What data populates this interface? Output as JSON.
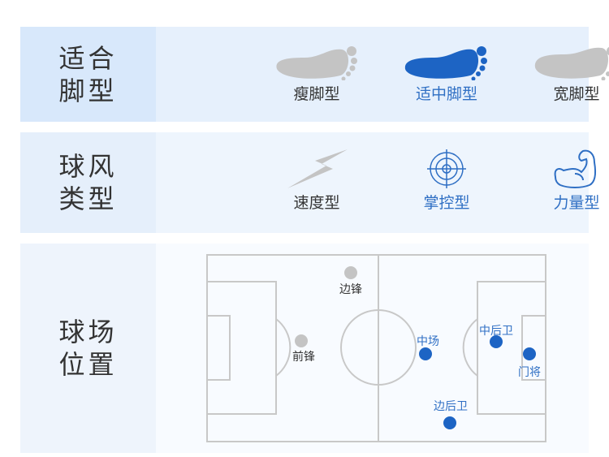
{
  "foot": {
    "label": "适合脚型",
    "options": [
      {
        "label": "瘦脚型",
        "selected": false
      },
      {
        "label": "适中脚型",
        "selected": true
      },
      {
        "label": "宽脚型",
        "selected": false
      }
    ]
  },
  "style": {
    "label": "球风类型",
    "options": [
      {
        "label": "速度型",
        "icon": "lightning-icon",
        "selected": false
      },
      {
        "label": "掌控型",
        "icon": "target-icon",
        "selected": true
      },
      {
        "label": "力量型",
        "icon": "muscle-icon",
        "selected": true
      }
    ]
  },
  "position": {
    "label": "球场位置",
    "players": [
      {
        "label": "边锋",
        "active": false
      },
      {
        "label": "前锋",
        "active": false
      },
      {
        "label": "中场",
        "active": true
      },
      {
        "label": "中后卫",
        "active": true
      },
      {
        "label": "门将",
        "active": true
      },
      {
        "label": "边后卫",
        "active": true
      }
    ]
  },
  "colors": {
    "active": "#1d64c4",
    "inactive": "#c4c4c4"
  }
}
